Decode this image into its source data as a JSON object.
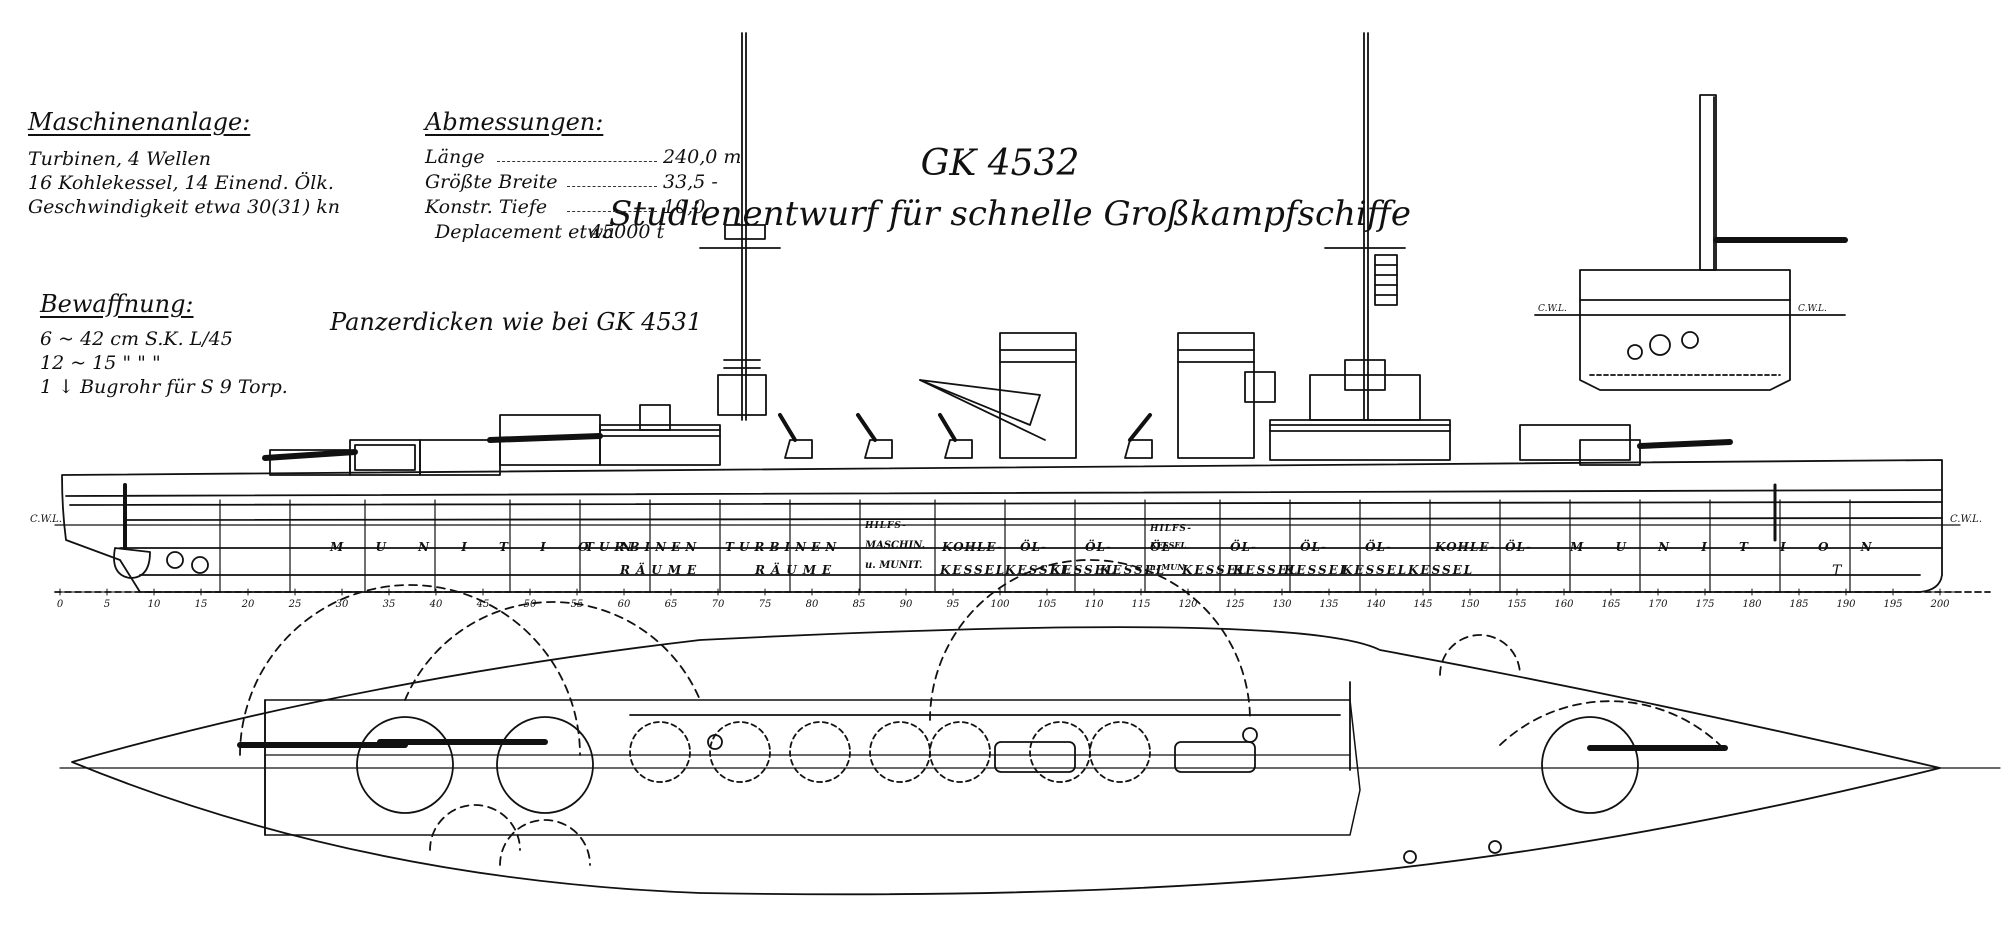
{
  "drawing": {
    "number": "GK 4532",
    "title": "Studienentwurf für schnelle Großkampfschiffe",
    "armor_note": "Panzerdicken wie bei GK 4531"
  },
  "machinery": {
    "heading": "Maschinenanlage:",
    "lines": [
      "Turbinen, 4 Wellen",
      "16 Kohlekessel, 14 Einend. Ölk.",
      "Geschwindigkeit etwa 30(31) kn"
    ]
  },
  "dimensions": {
    "heading": "Abmessungen:",
    "rows": [
      {
        "label": "Länge",
        "value": "240,0 m"
      },
      {
        "label": "Größte Breite",
        "value": "33,5 -"
      },
      {
        "label": "Konstr. Tiefe",
        "value": "10,0 -"
      },
      {
        "label": "Deplacement etwa",
        "value": "45000 t"
      }
    ]
  },
  "armament": {
    "heading": "Bewaffnung:",
    "lines": [
      "6 ~ 42 cm S.K. L/45",
      "12 ~ 15 \" \" \"",
      "1 ↓ Bugrohr für S 9 Torp."
    ]
  },
  "waterline_label": "C.W.L.",
  "compartments_top": [
    "M U N I T I O N",
    "TURBINEN",
    "TURBINEN",
    "HILFS-",
    "KOHLE-",
    "ÖL-",
    "ÖL-",
    "ÖL-",
    "HILFS-",
    "ÖL-",
    "ÖL-",
    "ÖL-",
    "KOHLE-",
    "ÖL-",
    "M U N I T I O N"
  ],
  "compartments_mid": [
    "MASCHIN.",
    "KESSEL"
  ],
  "compartments_bottom": [
    "RÄUME",
    "RÄUME",
    "u. MUNIT.",
    "KESSEL",
    "KESSEL",
    "KESSEL",
    "KESSEL",
    "u. MUN.",
    "KESSEL",
    "KESSEL",
    "KESSEL",
    "KESSEL",
    "KESSEL"
  ],
  "frame_numbers": [
    "0",
    "5",
    "10",
    "15",
    "20",
    "25",
    "30",
    "35",
    "40",
    "45",
    "50",
    "55",
    "60",
    "65",
    "70",
    "75",
    "80",
    "85",
    "90",
    "95",
    "100",
    "105",
    "110",
    "115",
    "120",
    "125",
    "130",
    "135",
    "140",
    "145",
    "150",
    "155",
    "160",
    "165",
    "170",
    "175",
    "180",
    "185",
    "190",
    "195",
    "200"
  ],
  "stern_mark": "T"
}
